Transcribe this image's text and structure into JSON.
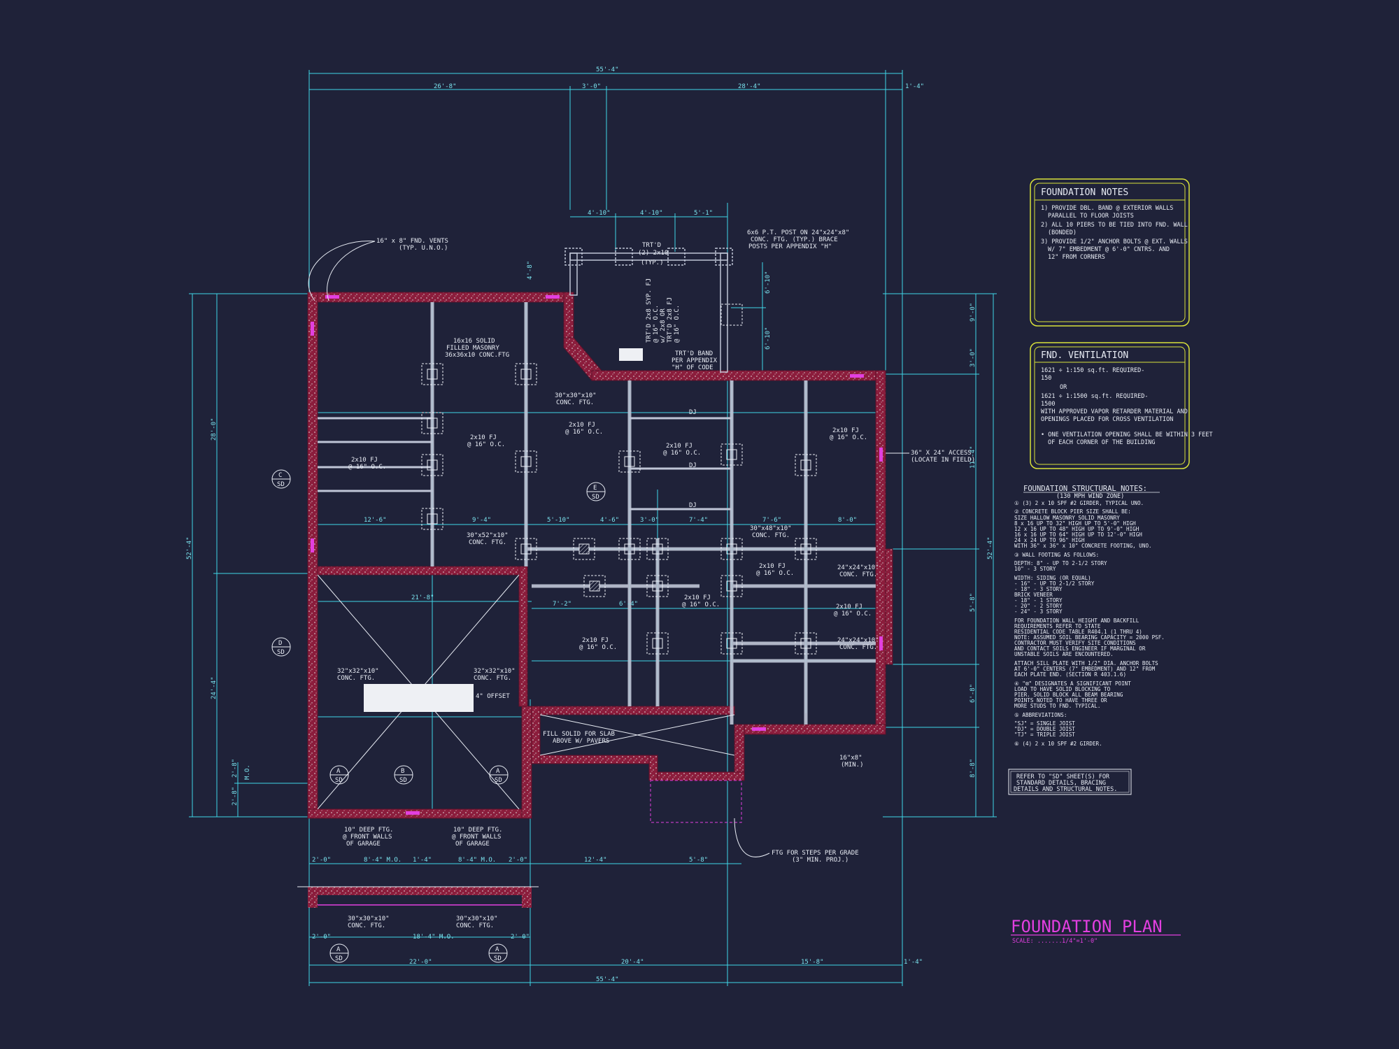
{
  "colors": {
    "background": "#1f2239",
    "dimension_line": "#3fd6e6",
    "wall": "#8b1d3c",
    "wall_speckle": "#d9d9d9",
    "beam": "#bfc5d6",
    "note_border": "#d9e13a",
    "title": "#e23fe0",
    "text": "#e8ecf4"
  },
  "dimensions": {
    "top_overall": "55'-4\"",
    "top_left": "26'-8\"",
    "top_mid": "3'-0\"",
    "top_right": "28'-4\"",
    "top_edge": "1'-4\"",
    "porch_1": "4'-10\"",
    "porch_2": "4'-10\"",
    "porch_3": "5'-1\"",
    "porch_side": "4'-8\"",
    "left_upper": "28'-0\"",
    "left_overall": "52'-4\"",
    "left_lower": "24'-4\"",
    "left_mo": "M.O.",
    "left_a": "2'-8\"",
    "left_b": "2'-8\"",
    "right_a": "9'-0\"",
    "right_b": "3'-0\"",
    "right_c": "11'-4\"",
    "right_overall": "52'-4\"",
    "right_d": "5'-8\"",
    "right_e": "6'-8\"",
    "right_f": "8'-8\"",
    "right_porch_a": "6'-10\"",
    "right_porch_b": "6'-10\"",
    "int_12_6": "12'-6\"",
    "int_9_4": "9'-4\"",
    "int_5_10": "5'-10\"",
    "int_4_6": "4'-6\"",
    "int_3_0": "3'-0\"",
    "int_7_4": "7'-4\"",
    "int_7_6": "7'-6\"",
    "int_8_0": "8'-0\"",
    "int_21_8": "21'-8\"",
    "int_7_2": "7'-2\"",
    "int_6_4": "6'-4\"",
    "bot_1": "2'-0\"",
    "bot_2": "8'-4\" M.O.",
    "bot_3": "1'-4\"",
    "bot_4": "8'-4\" M.O.",
    "bot_5": "2'-0\"",
    "bot_6": "12'-4\"",
    "bot_7": "5'-8\"",
    "garage_2_0a": "2'-0\"",
    "garage_mo": "18'-4\" M.O.",
    "garage_2_0b": "2'-0\"",
    "bottom_22_0": "22'-0\"",
    "bottom_20_4": "20'-4\"",
    "bottom_15_8": "15'-8\"",
    "bottom_edge": "1'-4\"",
    "bottom_overall": "55'-4\""
  },
  "labels": {
    "fnd_vents": [
      "16\" x 8\" FND. VENTS",
      "(TYP. U.N.O.)"
    ],
    "trtd": [
      "TRT'D",
      "(2) 2x10",
      "(TYP.)"
    ],
    "pt_post": [
      "6x6 P.T. POST ON 24\"x24\"x8\"",
      "CONC. FTG. (TYP.) BRACE",
      "POSTS PER APPENDIX \"H\""
    ],
    "solid_masonry": [
      "16x16 SOLID",
      "FILLED MASONRY",
      "36x36x10 CONC.FTG"
    ],
    "trtd_joist": [
      "TRT'D 2x8 SYP. FJ",
      "@ 16\" O.C.",
      "w/ 2x8 OR",
      "TRT'D 2x8 FJ",
      "@ 16\" O.C."
    ],
    "trtd_band": [
      "TRT'D BAND",
      "PER APPENDIX",
      "\"H\" OF CODE"
    ],
    "ftg_30_30": [
      "30\"x30\"x10\"",
      "CONC. FTG."
    ],
    "fj_1": [
      "2x10 FJ",
      "@ 16\" O.C."
    ],
    "fj_2": [
      "2x10 FJ",
      "@ 16\" O.C."
    ],
    "fj_3": [
      "2x10 FJ",
      "@ 16\" O.C."
    ],
    "fj_4": [
      "2x10 FJ",
      "@ 16\" O.C."
    ],
    "fj_5": [
      "2x10 FJ",
      "@ 16\" O.C."
    ],
    "fj_6": [
      "2x10 FJ",
      "@ 16\" O.C."
    ],
    "fj_7": [
      "2x10 FJ",
      "@ 16\" O.C."
    ],
    "fj_8": [
      "2x10 FJ",
      "@ 16\" O.C."
    ],
    "fj_9": [
      "2x10 FJ",
      "@ 16\" O.C."
    ],
    "dj_1": "DJ",
    "dj_2": "DJ",
    "dj_3": "DJ",
    "ftg_30_52": [
      "30\"x52\"x10\"",
      "CONC. FTG."
    ],
    "ftg_30_48": [
      "30\"x48\"x10\"",
      "CONC. FTG."
    ],
    "ftg_24_a": [
      "24\"x24\"x10\"",
      "CONC. FTG."
    ],
    "ftg_24_b": [
      "24\"x24\"x10\"",
      "CONC. FTG."
    ],
    "access": [
      "36\" X 24\" ACCESS",
      "(LOCATE IN FIELD)"
    ],
    "ftg_32_a": [
      "32\"x32\"x10\"",
      "CONC. FTG."
    ],
    "ftg_32_b": [
      "32\"x32\"x10\"",
      "CONC. FTG."
    ],
    "offset": "4\" OFFSET",
    "fill_solid": [
      "FILL SOLID FOR SLAB",
      "ABOVE W/ PAVERS"
    ],
    "pier_16_8": [
      "16\"x8\"",
      "(MIN.)"
    ],
    "deep_ftg_1": [
      "10\" DEEP FTG.",
      "@ FRONT WALLS",
      "OF GARAGE"
    ],
    "deep_ftg_2": [
      "10\" DEEP FTG.",
      "@ FRONT WALLS",
      "OF GARAGE"
    ],
    "ftg_steps": [
      "FTG FOR STEPS PER GRADE",
      "(3\" MIN. PROJ.)"
    ],
    "garage_ftg_1": [
      "30\"x30\"x10\"",
      "CONC. FTG."
    ],
    "garage_ftg_2": [
      "30\"x30\"x10\"",
      "CONC. FTG."
    ]
  },
  "section_tags": [
    {
      "letter": "C",
      "sheet": "SD"
    },
    {
      "letter": "E",
      "sheet": "SD"
    },
    {
      "letter": "D",
      "sheet": "SD"
    },
    {
      "letter": "A",
      "sheet": "SD"
    },
    {
      "letter": "B",
      "sheet": "SD"
    },
    {
      "letter": "A",
      "sheet": "SD"
    },
    {
      "letter": "A",
      "sheet": "SD"
    },
    {
      "letter": "A",
      "sheet": "SD"
    }
  ],
  "foundation_notes": {
    "title": "FOUNDATION NOTES",
    "lines": [
      "1) PROVIDE DBL. BAND @ EXTERIOR WALLS",
      "PARALLEL TO FLOOR JOISTS",
      "2) ALL 10 PIERS TO BE TIED INTO FND. WALL",
      "(BONDED)",
      "3) PROVIDE 1/2\" ANCHOR BOLTS @ EXT. WALLS",
      "W/ 7\" EMBEDMENT @ 6'-0\" CNTRS. AND",
      "12\" FROM CORNERS"
    ]
  },
  "fnd_ventilation": {
    "title": "FND. VENTILATION",
    "lines": [
      "1621 ÷ 1:150 sq.ft. REQUIRED-",
      "150",
      "OR",
      "1621 ÷ 1:1500 sq.ft. REQUIRED-",
      "1500",
      "WITH APPROVED VAPOR RETARDER MATERIAL AND",
      "OPENINGS PLACED FOR CROSS VENTILATION",
      "",
      "• ONE VENTILATION OPENING SHALL BE WITHIN 3 FEET",
      "OF EACH CORNER OF THE BUILDING"
    ]
  },
  "structural_notes": {
    "title": "FOUNDATION STRUCTURAL NOTES:",
    "subtitle": "(130 MPH WIND ZONE)",
    "lines": [
      "① (3) 2 x 10 SPF #2 GIRDER, TYPICAL UNO.",
      "② CONCRETE BLOCK PIER SIZE SHALL BE:",
      "   SIZE    HALLOW MASONRY    SOLID MASONRY",
      "   8 x 16    UP TO 32\" HIGH    UP TO 5'-0\" HIGH",
      "   12 x 16   UP TO 48\" HIGH    UP TO 9'-0\" HIGH",
      "   16 x 16   UP TO 64\" HIGH    UP TO 12'-0\" HIGH",
      "   24 x 24   UP TO 96\" HIGH",
      "   WITH 36\" x 36\" x 10\" CONCRETE FOOTING, UNO.",
      "③ WALL FOOTING AS FOLLOWS:",
      "   DEPTH:  8\" - UP TO 2-1/2 STORY",
      "           10\" - 3 STORY",
      "   WIDTH:  SIDING (OR EQUAL)",
      "           - 16\" - UP TO 2-1/2 STORY",
      "           - 18\" - 3 STORY",
      "           BRICK VENEER",
      "           - 18\" - 1 STORY",
      "           - 20\" - 2 STORY",
      "           - 24\" - 3 STORY",
      "   FOR FOUNDATION WALL HEIGHT AND BACKFILL",
      "   REQUIREMENTS REFER TO STATE",
      "   RESIDENTIAL CODE TABLE R404.1 (1 THRU 4)",
      "   NOTE: ASSUMED SOIL BEARING CAPACITY = 2000 PSF.",
      "   CONTRACTOR MUST VERIFY SITE CONDITIONS",
      "   AND CONTACT SOILS ENGINEER IF MARGINAL OR",
      "   UNSTABLE SOILS ARE ENCOUNTERED.",
      "   ATTACH SILL PLATE WITH 1/2\" DIA. ANCHOR BOLTS",
      "   AT 6'-0\" CENTERS (7\" EMBEDMENT) AND 12\" FROM",
      "   EACH PLATE END. (SECTION R 403.1.6)",
      "④ \"⊠\" DESIGNATES A SIGNIFICANT POINT",
      "   LOAD TO HAVE SOLID BLOCKING TO",
      "   PIER. SOLID BLOCK ALL BEAM BEARING",
      "   POINTS NOTED TO HAVE THREE OR",
      "   MORE STUDS TO FND. TYPICAL.",
      "⑤ ABBREVIATIONS:",
      "   \"SJ\" = SINGLE JOIST",
      "   \"DJ\" = DOUBLE JOIST",
      "   \"TJ\" = TRIPLE JOIST",
      "⑥ (4) 2 x 10 SPF #2 GIRDER."
    ]
  },
  "refer_note": [
    "REFER TO \"SD\" SHEET(S) FOR",
    "STANDARD DETAILS, BRACING",
    "DETAILS AND STRUCTURAL NOTES."
  ],
  "title_block": {
    "title": "FOUNDATION PLAN",
    "scale_label": "SCALE: ........",
    "scale_value": "1/4\"=1'-0\""
  }
}
